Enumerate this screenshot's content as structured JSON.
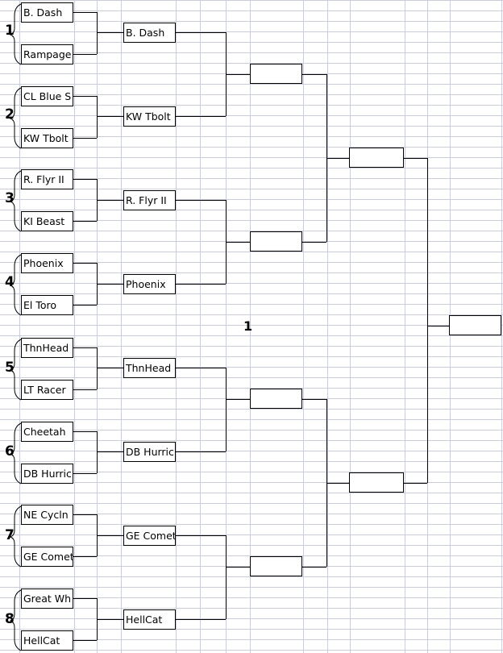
{
  "center_label": "1",
  "seeds": [
    "1",
    "2",
    "3",
    "4",
    "5",
    "6",
    "7",
    "8"
  ],
  "round1": [
    "B. Dash",
    "Rampage",
    "CL Blue S",
    "KW Tbolt",
    "R. Flyr II",
    "KI Beast",
    "Phoenix",
    "El Toro",
    "ThnHead",
    "LT Racer",
    "Cheetah",
    "DB Hurric",
    "NE Cycln",
    "GE Comet",
    "Great Wh",
    "HellCat"
  ],
  "round2": [
    "B. Dash",
    "KW Tbolt",
    "R. Flyr II",
    "Phoenix",
    "ThnHead",
    "DB Hurric",
    "GE Comet",
    "HellCat"
  ],
  "round3": [
    "",
    "",
    "",
    ""
  ],
  "round4": [
    "",
    ""
  ],
  "final": [
    ""
  ]
}
